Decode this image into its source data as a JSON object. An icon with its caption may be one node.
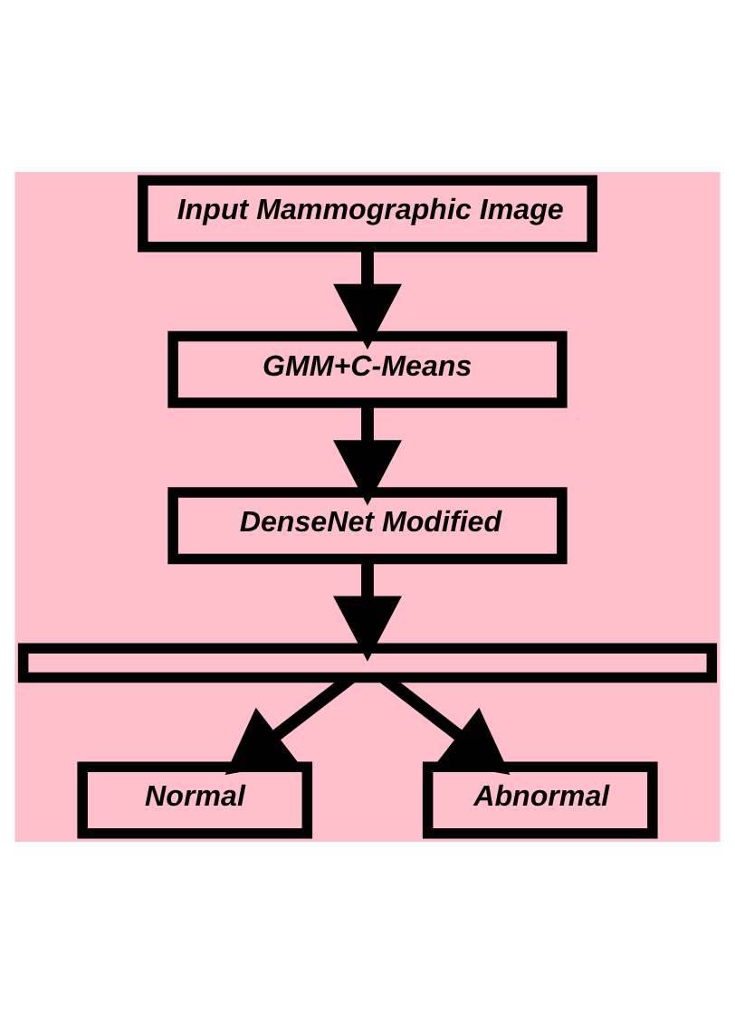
{
  "diagram": {
    "nodes": [
      {
        "text": [
          "Input Mammographic Image"
        ]
      },
      {
        "text": [
          "GMM+C-Means"
        ]
      },
      {
        "text": [
          "DenseNet Modified"
        ]
      },
      {
        "text": [],
        "shape": "bar"
      },
      {
        "text": [
          "Normal"
        ]
      },
      {
        "text": [
          "Abnormal"
        ]
      }
    ],
    "edges": [
      {
        "from": 0,
        "to": 1,
        "arrow": "to"
      },
      {
        "from": 1,
        "to": 2,
        "arrow": "to"
      },
      {
        "from": 2,
        "to": 3,
        "arrow": "to"
      },
      {
        "from": 3,
        "to": 4,
        "arrow": "to"
      },
      {
        "from": 3,
        "to": 5,
        "arrow": "to"
      }
    ]
  }
}
